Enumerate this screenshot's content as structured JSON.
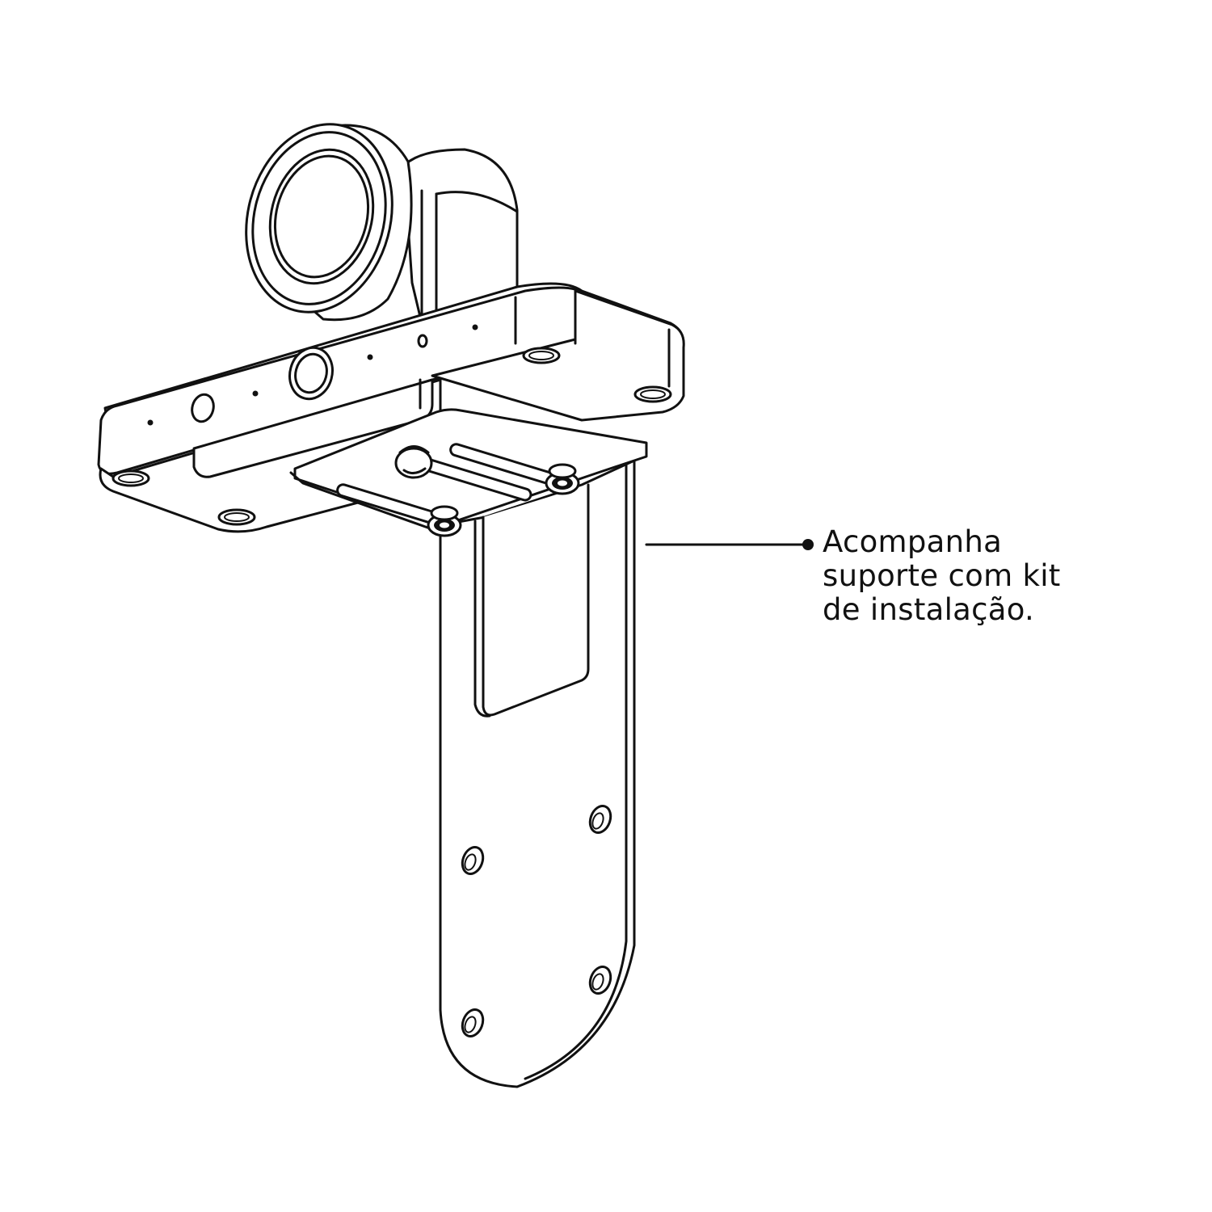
{
  "callout": {
    "lines": [
      "Acompanha",
      "suporte com kit",
      "de instalação."
    ]
  },
  "colors": {
    "line": "#111111",
    "background": "#ffffff"
  }
}
